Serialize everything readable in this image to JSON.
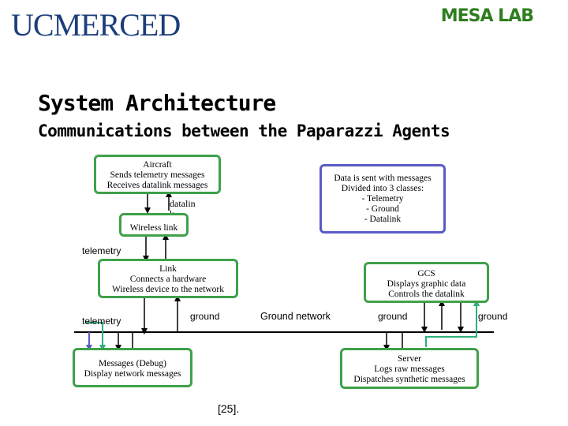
{
  "header": {
    "university_logo": "UCMERCED",
    "lab_logo": "MESA LAB"
  },
  "slide": {
    "title": "System Architecture",
    "subtitle": "Communications between the Paparazzi Agents",
    "citation": "[25]."
  },
  "diagram": {
    "aircraft_box": "Aircraft\nSends telemetry messages\nReceives datalink messages",
    "wireless_box": "Wireless link",
    "datalink_label_1": "datalin",
    "datalink_label_2": "k",
    "note_box": "Data is sent with messages\nDivided into 3 classes:\n- Telemetry\n- Ground\n- Datalink",
    "telemetry_label_top": "telemetry",
    "link_box": "Link\nConnects a hardware\nWireless device to the network",
    "gcs_box": "GCS\nDisplays graphic data\nControls the datalink",
    "telemetry_label_bottom": "telemetry",
    "ground_label_left": "ground",
    "ground_network_label": "Ground network",
    "ground_label_mid": "ground",
    "ground_label_right": "ground",
    "messages_box": "Messages (Debug)\nDisplay network messages",
    "server_box": "Server\nLogs raw messages\nDispatches synthetic messages",
    "colors": {
      "box_border_green": "#3fa14a",
      "box_border_blue": "#5a5ac8",
      "arrow_black": "#000000",
      "arrow_blue": "#5a5ac8",
      "arrow_green": "#2fb07a"
    }
  }
}
